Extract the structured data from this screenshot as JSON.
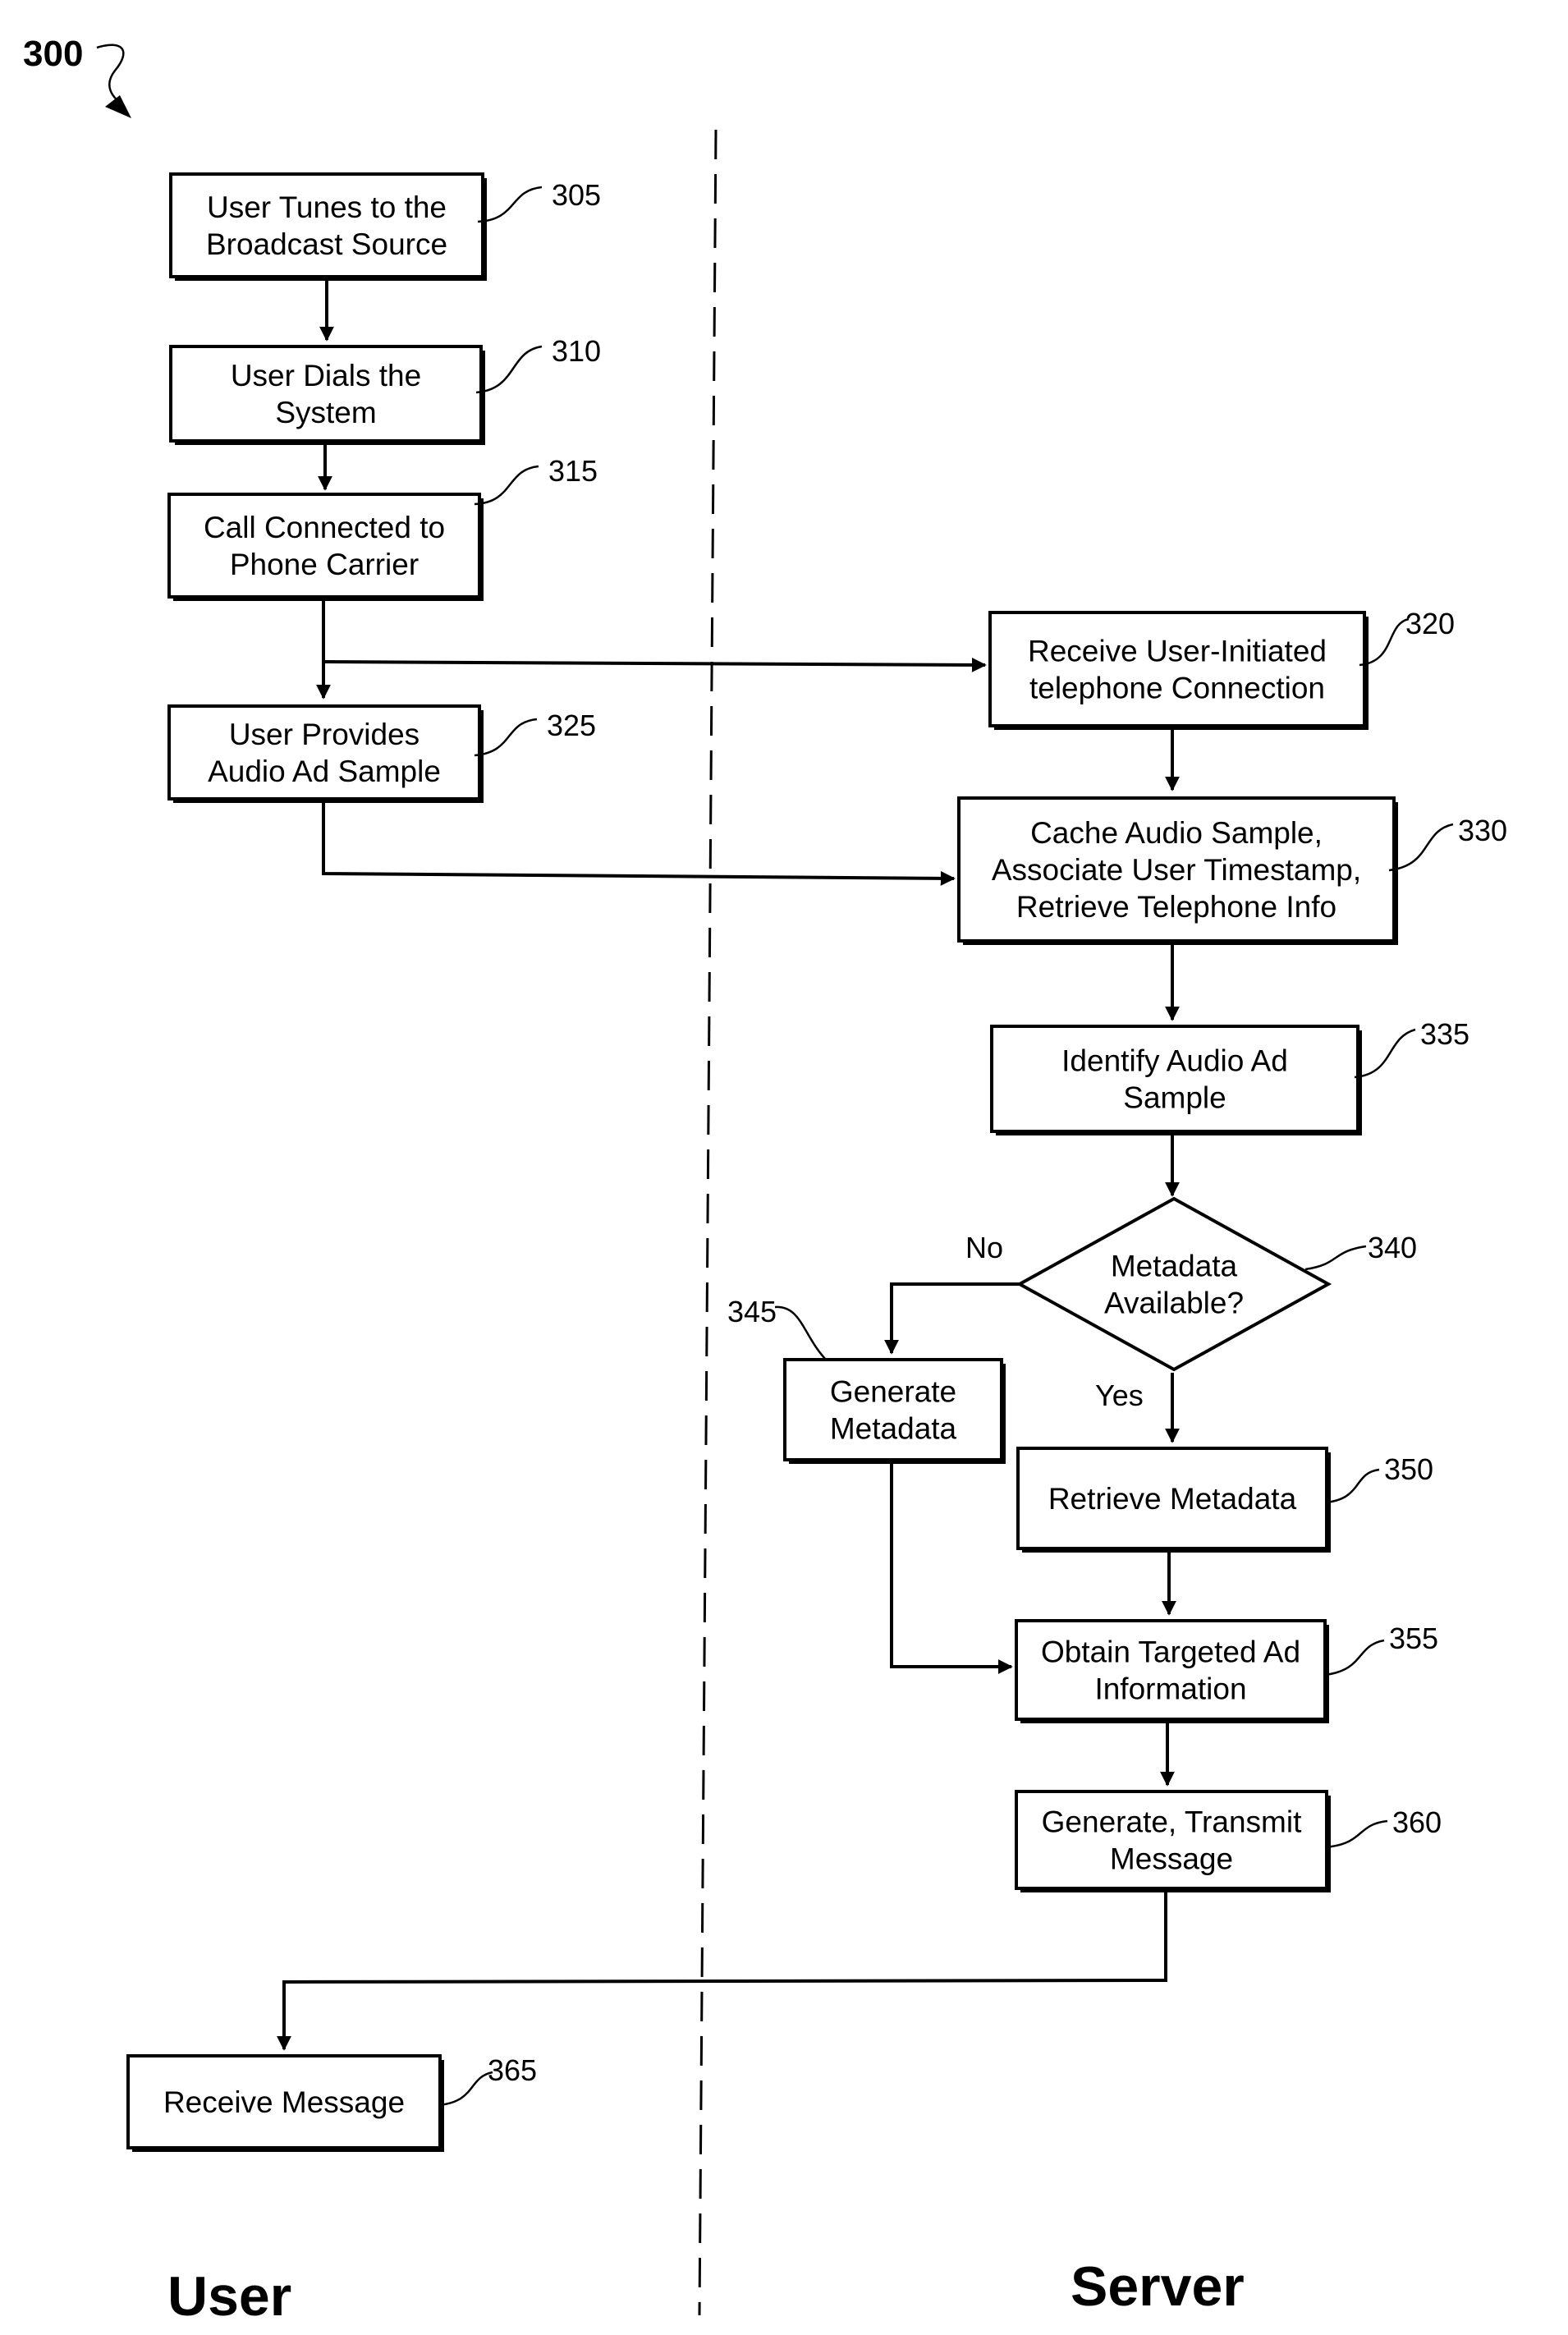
{
  "figure": {
    "number": "300"
  },
  "lanes": {
    "user": "User",
    "server": "Server"
  },
  "branches": {
    "no": "No",
    "yes": "Yes"
  },
  "steps": {
    "s305": {
      "ref": "305",
      "lines": [
        "User Tunes to the",
        "Broadcast Source"
      ]
    },
    "s310": {
      "ref": "310",
      "lines": [
        "User Dials the",
        "System"
      ]
    },
    "s315": {
      "ref": "315",
      "lines": [
        "Call Connected to",
        "Phone Carrier"
      ]
    },
    "s320": {
      "ref": "320",
      "lines": [
        "Receive User-Initiated",
        "telephone Connection"
      ]
    },
    "s325": {
      "ref": "325",
      "lines": [
        "User Provides",
        "Audio Ad Sample"
      ]
    },
    "s330": {
      "ref": "330",
      "lines": [
        "Cache Audio Sample,",
        "Associate User Timestamp,",
        "Retrieve Telephone Info"
      ]
    },
    "s335": {
      "ref": "335",
      "lines": [
        "Identify Audio Ad",
        "Sample"
      ]
    },
    "s340": {
      "ref": "340",
      "lines": [
        "Metadata",
        "Available?"
      ]
    },
    "s345": {
      "ref": "345",
      "lines": [
        "Generate",
        "Metadata"
      ]
    },
    "s350": {
      "ref": "350",
      "lines": [
        "Retrieve Metadata"
      ]
    },
    "s355": {
      "ref": "355",
      "lines": [
        "Obtain Targeted Ad",
        "Information"
      ]
    },
    "s360": {
      "ref": "360",
      "lines": [
        "Generate, Transmit",
        "Message"
      ]
    },
    "s365": {
      "ref": "365",
      "lines": [
        "Receive Message"
      ]
    }
  }
}
